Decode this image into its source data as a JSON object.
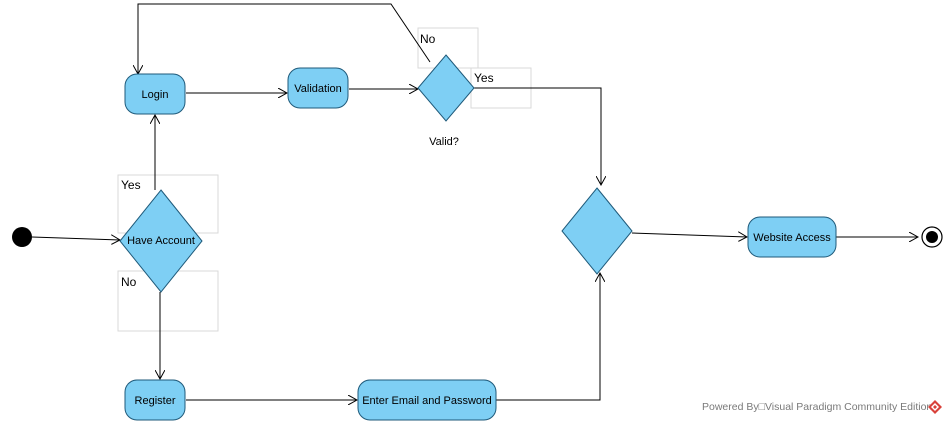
{
  "diagram": {
    "nodes": {
      "login": "Login",
      "validation": "Validation",
      "valid_decision": "Valid?",
      "have_account": "Have Account",
      "register": "Register",
      "enter_email": "Enter Email and Password",
      "website_access": "Website Access"
    },
    "guards": {
      "yes_have_account": "Yes",
      "no_have_account": "No",
      "no_valid": "No",
      "yes_valid": "Yes"
    }
  },
  "footer": {
    "powered_by": "Powered By□Visual Paradigm Community Edition"
  },
  "colors": {
    "node_fill": "#7ecff4",
    "node_stroke": "#1f5a7a",
    "edge": "#000000",
    "logo_red": "#d9413a"
  }
}
